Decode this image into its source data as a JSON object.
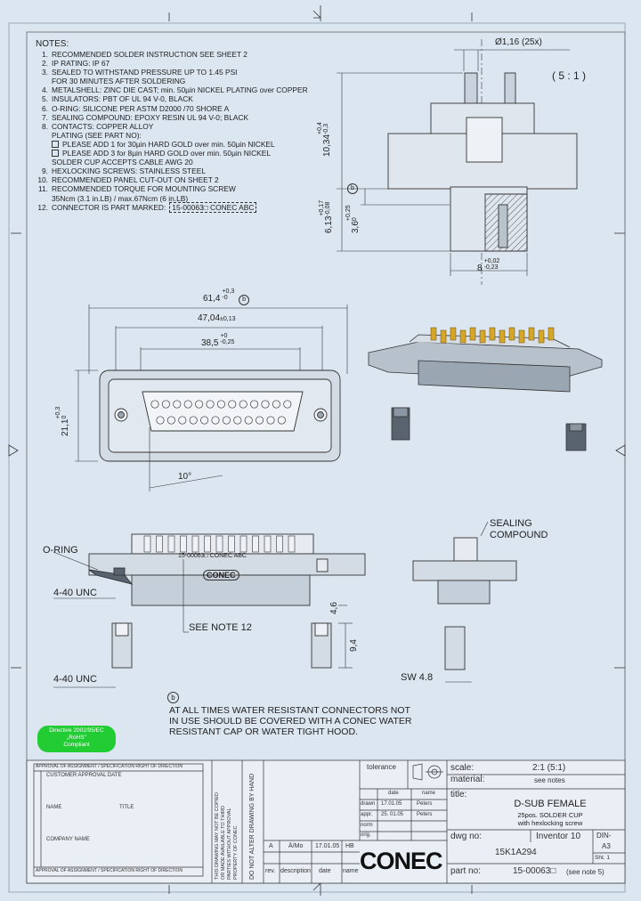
{
  "notes": {
    "title": "NOTES:",
    "items": [
      {
        "n": "1.",
        "text": "RECOMMENDED SOLDER INSTRUCTION SEE SHEET 2"
      },
      {
        "n": "2.",
        "text": "IP RATING: IP 67"
      },
      {
        "n": "3.",
        "text": "SEALED TO WITHSTAND PRESSURE UP TO 1.45 PSI"
      },
      {
        "n": "",
        "text": "FOR 30 MINUTES AFTER SOLDERING"
      },
      {
        "n": "4.",
        "text": "METALSHELL: ZINC DIE CAST; min. 50µin NICKEL PLATING over COPPER"
      },
      {
        "n": "5.",
        "text": "INSULATORS: PBT OF UL 94 V-0, BLACK"
      },
      {
        "n": "6.",
        "text": "O-RING: SILICONE PER ASTM D2000 /70 SHORE A"
      },
      {
        "n": "7.",
        "text": "SEALING COMPOUND: EPOXY RESIN UL 94 V-0; BLACK"
      },
      {
        "n": "8.",
        "text": "CONTACTS: COPPER ALLOY"
      },
      {
        "n": "",
        "text": "PLATING (SEE PART NO):"
      },
      {
        "n": "",
        "text": "PLEASE ADD 1 for 30µin HARD GOLD over min. 50µin NICKEL",
        "box": true
      },
      {
        "n": "",
        "text": "PLEASE ADD 3 for 8µin HARD GOLD over min. 50µin NICKEL",
        "box": true
      },
      {
        "n": "",
        "text": "SOLDER CUP ACCEPTS CABLE AWG 20"
      },
      {
        "n": "9.",
        "text": "HEXLOCKING SCREWS: STAINLESS STEEL"
      },
      {
        "n": "10.",
        "text": "RECOMMENDED PANEL CUT-OUT ON SHEET 2"
      },
      {
        "n": "11.",
        "text": "RECOMMENDED TORQUE FOR MOUNTING SCREW"
      },
      {
        "n": "",
        "text": "35Ncm (3.1 in.LB) / max.67Ncm (6 in.LB)"
      },
      {
        "n": "12.",
        "text": "CONNECTOR IS PART MARKED:",
        "mark": "15-00063□  CONEC  ABC"
      }
    ]
  },
  "scale_label": "( 5 : 1 )",
  "dims": {
    "d_116": "Ø1,16 (25x)",
    "d_1034": "10,34",
    "d_1034_tol_top": "+0,4",
    "d_1034_tol_bot": "-0,3",
    "d_613": "6,13",
    "d_613_tol_top": "+0,17",
    "d_613_tol_bot": "-0,08",
    "d_36": "3,6",
    "d_36_tol_top": "+0,25",
    "d_36_tol_bot": "0",
    "d_8": "8",
    "d_8_tol_top": "+0,02",
    "d_8_tol_bot": "-0,23",
    "d_614": "61,4",
    "d_614_tol_top": "+0,3",
    "d_614_tol_bot": "-0",
    "d_4704": "47,04",
    "d_4704_tol": "±0,13",
    "d_385": "38,5",
    "d_385_tol_top": "+0",
    "d_385_tol_bot": "-0,25",
    "d_211": "21,1",
    "d_211_tol_top": "+0,3",
    "d_211_tol_bot": "0",
    "d_10": "10°",
    "d_46": "4,6",
    "d_94": "9,4",
    "sw": "SW 4.8",
    "b_mark": "b"
  },
  "labels": {
    "oring": "O-RING",
    "unc1": "4-40 UNC",
    "unc2": "4-40 UNC",
    "see_note": "SEE NOTE 12",
    "sealing": "SEALING",
    "compound": "COMPOUND",
    "part_mark": "15-00063□  CONEC ABC",
    "conec_small": "CONEC"
  },
  "water_note": {
    "marker": "b",
    "lines": [
      "AT ALL TIMES WATER RESISTANT CONNECTORS NOT",
      "IN USE SHOULD BE COVERED WITH A CONEC WATER",
      "RESISTANT CAP OR WATER TIGHT HOOD."
    ]
  },
  "rohs": {
    "line1": "Directive 2002/95/EC",
    "line2": "„RoHS\"",
    "line3": "Compliant"
  },
  "titleblock": {
    "tolerance": "tolerance",
    "scale_k": "scale:",
    "scale_v": "2:1 (5:1)",
    "material_k": "material:",
    "material_v": "see notes",
    "title_k": "title:",
    "title": "D-SUB FEMALE",
    "subtitle1": "25pos. SOLDER CUP",
    "subtitle2": "with hexlocking screw",
    "dwg_k": "dwg no:",
    "dwg_v": "Inventor 10",
    "din": "DIN-",
    "a3": "A3",
    "sht": "Sht. 1",
    "dwg_no": "15K1A294",
    "part_k": "part no:",
    "part_v": "15-00063□",
    "part_note": "(see note 5)",
    "logo": "CONEC",
    "date_h": "date",
    "name_h": "name",
    "drawn_k": "drawn",
    "drawn_date": "17.01.05",
    "drawn_name": "Peters",
    "appr_k": "appr.",
    "appr_date": "25. 01.05",
    "appr_name": "Peters",
    "norm_k": "norm",
    "orig_k": "orig.",
    "rev_a": "A",
    "rev_desc": "Ä/Mo",
    "rev_date": "17.01.05",
    "rev_name": "HB",
    "row_rev": "rev.",
    "row_desc": "description",
    "row_date": "date",
    "row_name": "name",
    "cust_title": "CUSTOMER APPROVAL DATE",
    "name_k": "NAME",
    "title_k2": "TITLE",
    "company_k": "COMPANY NAME",
    "approval_k": "APPROVAL OF ASSIGNMENT / SPECIFICATION RIGHT OF DIRECTION",
    "do_not_alter": "DO NOT ALTER DRAWING BY HAND",
    "ownership_1": "THIS DRAWING MAY NOT BE COPIED",
    "ownership_2": "OR MADE AVAILABLE TO THIRD",
    "ownership_3": "PARTIES WITHOUT APPROVAL",
    "ownership_4": "PROPERTY OF CONEC"
  }
}
